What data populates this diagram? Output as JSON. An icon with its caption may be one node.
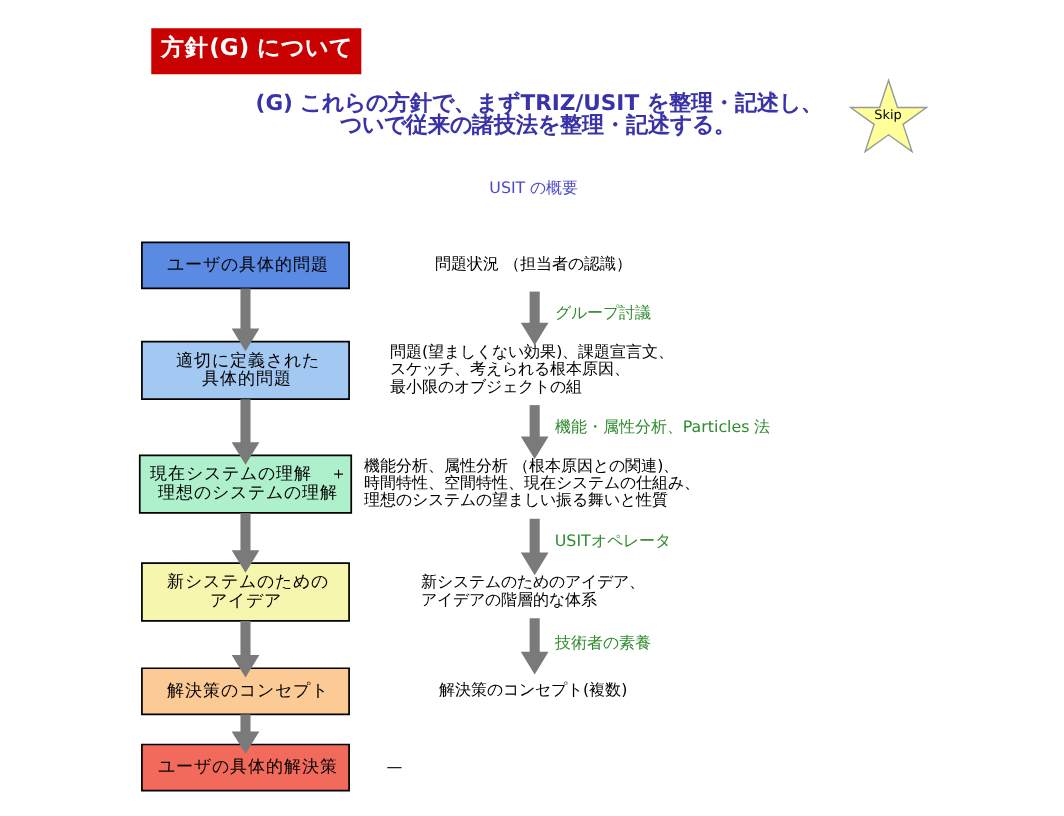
{
  "diagram": {
    "title": "方針(G) について",
    "nodes": [
      {
        "text": [
          "Skip"
        ]
      },
      {
        "text": [
          "ユーザの具体的問題"
        ]
      },
      {
        "text": [
          "適切に定義された具体的問題"
        ]
      },
      {
        "text": [
          "現在システムの理解　＋理想のシステムの理解"
        ]
      },
      {
        "text": [
          "新システムのためのアイデア"
        ]
      },
      {
        "text": [
          "解決策のコンセプト"
        ]
      },
      {
        "text": [
          "ユーザの具体的解決策"
        ]
      },
      {
        "text": [
          "問題状況 （担当者の認識）"
        ]
      },
      {
        "text": [
          "問題(望ましくない効果)、課題宣言文、スケッチ、考えられる根本原因、最小限のオブジェクトの組"
        ]
      },
      {
        "text": [
          "機能分析、属性分析 （根本原因との関連)、時間特性、空間特性、現在システムの仕組み、理想のシステムの望ましい振る舞いと性質"
        ]
      },
      {
        "text": [
          "新システムのためのアイデア、アイデアの階層的な体系"
        ]
      },
      {
        "text": [
          "解決策のコンセプト(複数)"
        ]
      },
      {
        "text": [
          "—"
        ]
      }
    ],
    "edges": [
      {
        "from": 1,
        "to": 2,
        "arrow": "to"
      },
      {
        "from": 2,
        "to": 3,
        "arrow": "to"
      },
      {
        "from": 3,
        "to": 4,
        "arrow": "to"
      },
      {
        "from": 4,
        "to": 5,
        "arrow": "to"
      },
      {
        "from": 5,
        "to": 6,
        "arrow": "to"
      },
      {
        "from": 7,
        "to": 8,
        "arrow": "to",
        "label": "グループ討議"
      },
      {
        "from": 8,
        "to": 9,
        "arrow": "to",
        "label": "機能・属性分析、Particles 法"
      },
      {
        "from": 9,
        "to": 10,
        "arrow": "to",
        "label": "USITオペレータ"
      },
      {
        "from": 10,
        "to": 11,
        "arrow": "to",
        "label": "技術者の素養"
      }
    ],
    "labels": [
      "(G) これらの方針で、まずTRIZ/USIT を整理・記述し、ついで従来の諸技法を整理・記述する。",
      "USIT の概要"
    ]
  }
}
